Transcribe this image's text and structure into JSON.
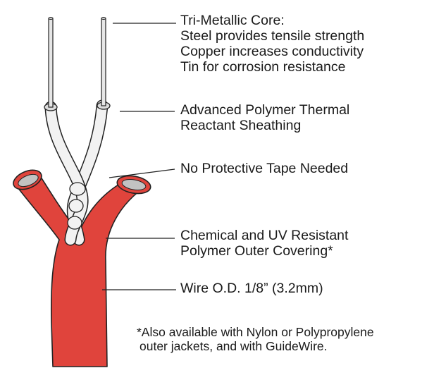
{
  "callouts": {
    "core": {
      "title": "Tri-Metallic Core:",
      "lines": [
        "Steel provides tensile strength",
        "Copper increases conductivity",
        "Tin for corrosion resistance"
      ]
    },
    "sheathing": [
      "Advanced Polymer Thermal",
      "Reactant Sheathing"
    ],
    "tape": "No Protective Tape Needed",
    "covering": [
      "Chemical and UV Resistant",
      "Polymer Outer Covering*"
    ],
    "diameter": "Wire O.D. 1/8” (3.2mm)"
  },
  "footnote": [
    "*Also available with Nylon or Polypropylene",
    "outer jackets, and with GuideWire."
  ],
  "colors": {
    "jacket": "#e0443c",
    "jacket_inner": "#c2c2c2",
    "sheathing": "#f2f2f2",
    "conductor": "#e6e6e6",
    "outline": "#222222"
  }
}
